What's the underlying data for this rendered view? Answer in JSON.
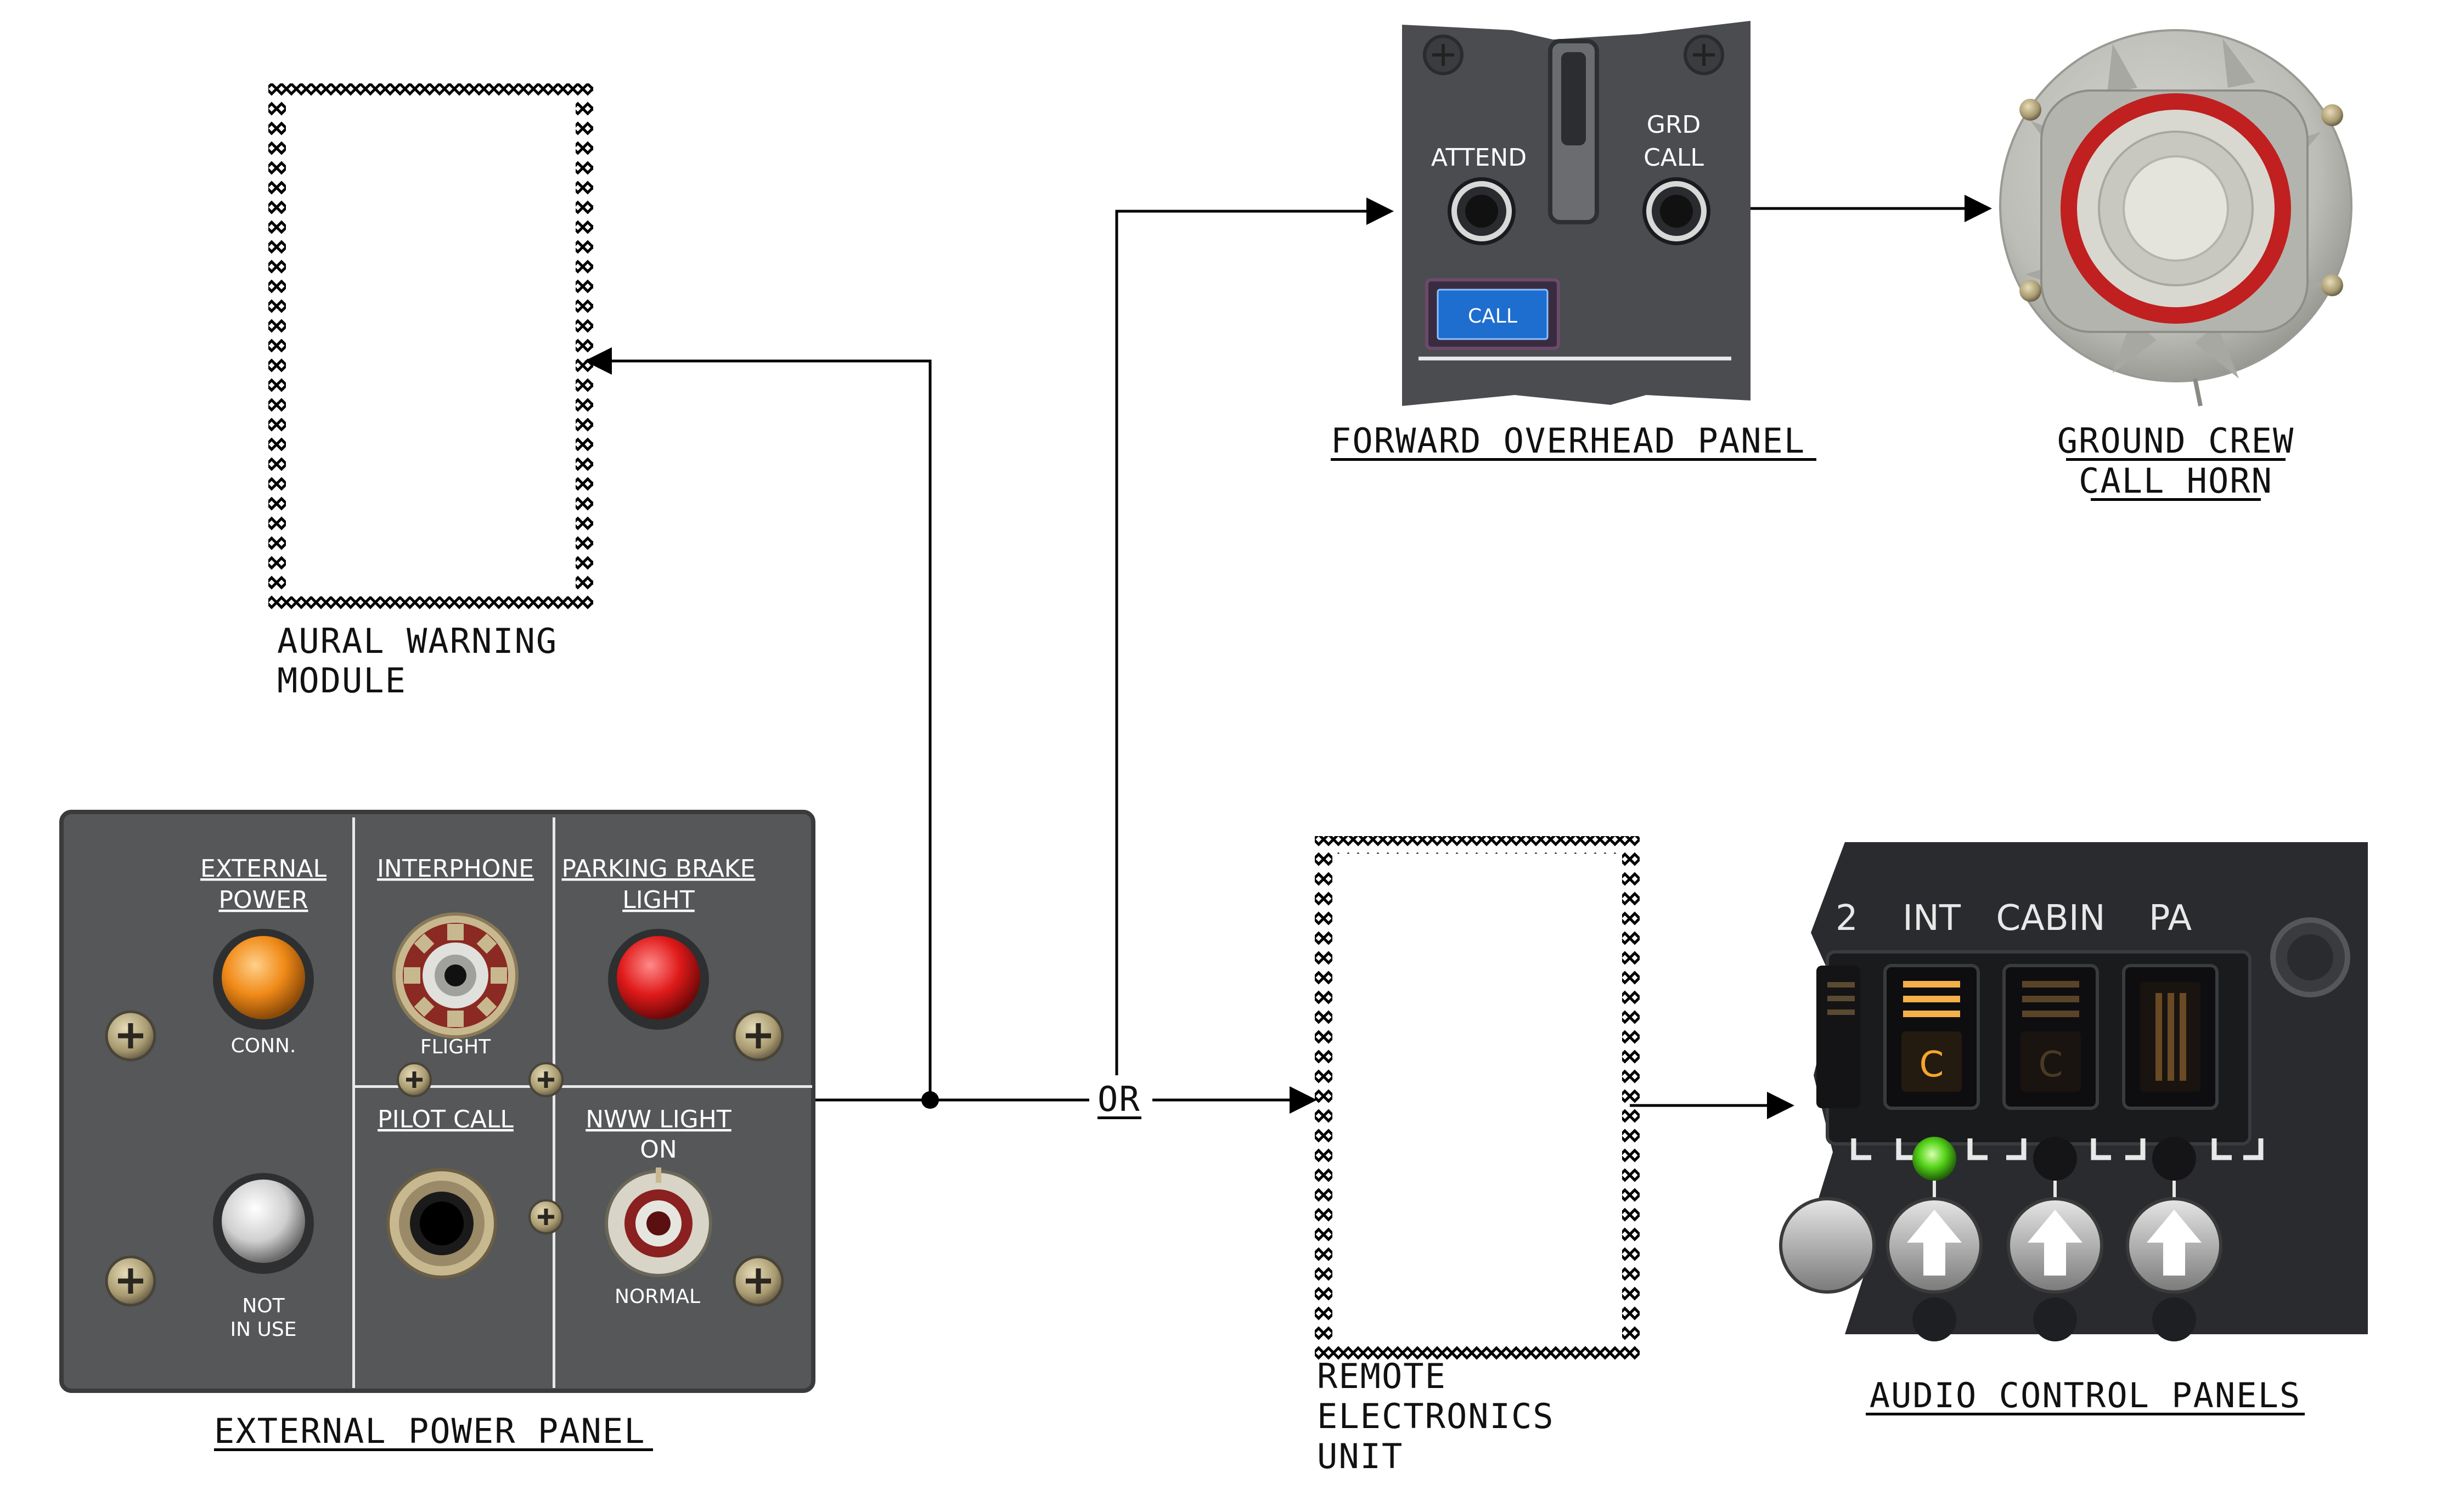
{
  "diagram": {
    "aural_warning_module": {
      "line1": "AURAL WARNING",
      "line2": "MODULE"
    },
    "remote_electronics_unit": {
      "line1": "REMOTE",
      "line2": "ELECTRONICS",
      "line3": "UNIT"
    },
    "or_label": "OR",
    "forward_overhead_panel": {
      "caption": "FORWARD OVERHEAD PANEL",
      "attend": "ATTEND",
      "grd_line1": "GRD",
      "grd_line2": "CALL",
      "call_button": "CALL"
    },
    "ground_crew_call_horn": {
      "line1": "GROUND CREW",
      "line2": "CALL HORN"
    },
    "external_power_panel": {
      "caption": "EXTERNAL POWER PANEL",
      "external_power_line1": "EXTERNAL",
      "external_power_line2": "POWER",
      "conn": "CONN.",
      "not_line1": "NOT",
      "not_line2": "IN USE",
      "interphone": "INTERPHONE",
      "flight": "FLIGHT",
      "parking_line1": "PARKING BRAKE",
      "parking_line2": "LIGHT",
      "pilot_call": "PILOT CALL",
      "nww_line1": "NWW LIGHT",
      "nww_line2": "ON",
      "normal": "NORMAL"
    },
    "audio_control_panels": {
      "caption": "AUDIO CONTROL PANELS",
      "partial_label": "2",
      "int": "INT",
      "cabin": "CABIN",
      "pa": "PA",
      "c_lit": "C",
      "c_dim": "C"
    }
  }
}
